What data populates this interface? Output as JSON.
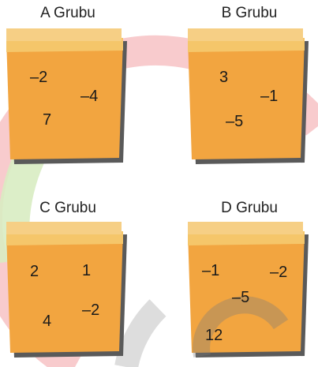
{
  "colors": {
    "note": "#f2a540",
    "note_dark": "#e58f2b",
    "tape": "#f5c66a",
    "shadow": "#5a5a5a",
    "arc_red": "#f7c2c4",
    "arc_green": "#d8ecc2",
    "arc_gray": "#cfcfcf"
  },
  "groups": [
    {
      "title": "A Grubu",
      "numbers": [
        "–2",
        "–4",
        "7"
      ]
    },
    {
      "title": "B Grubu",
      "numbers": [
        "3",
        "–1",
        "–5"
      ]
    },
    {
      "title": "C Grubu",
      "numbers": [
        "2",
        "1",
        "4",
        "–2"
      ]
    },
    {
      "title": "D Grubu",
      "numbers": [
        "–1",
        "–2",
        "–5",
        "12"
      ]
    }
  ]
}
